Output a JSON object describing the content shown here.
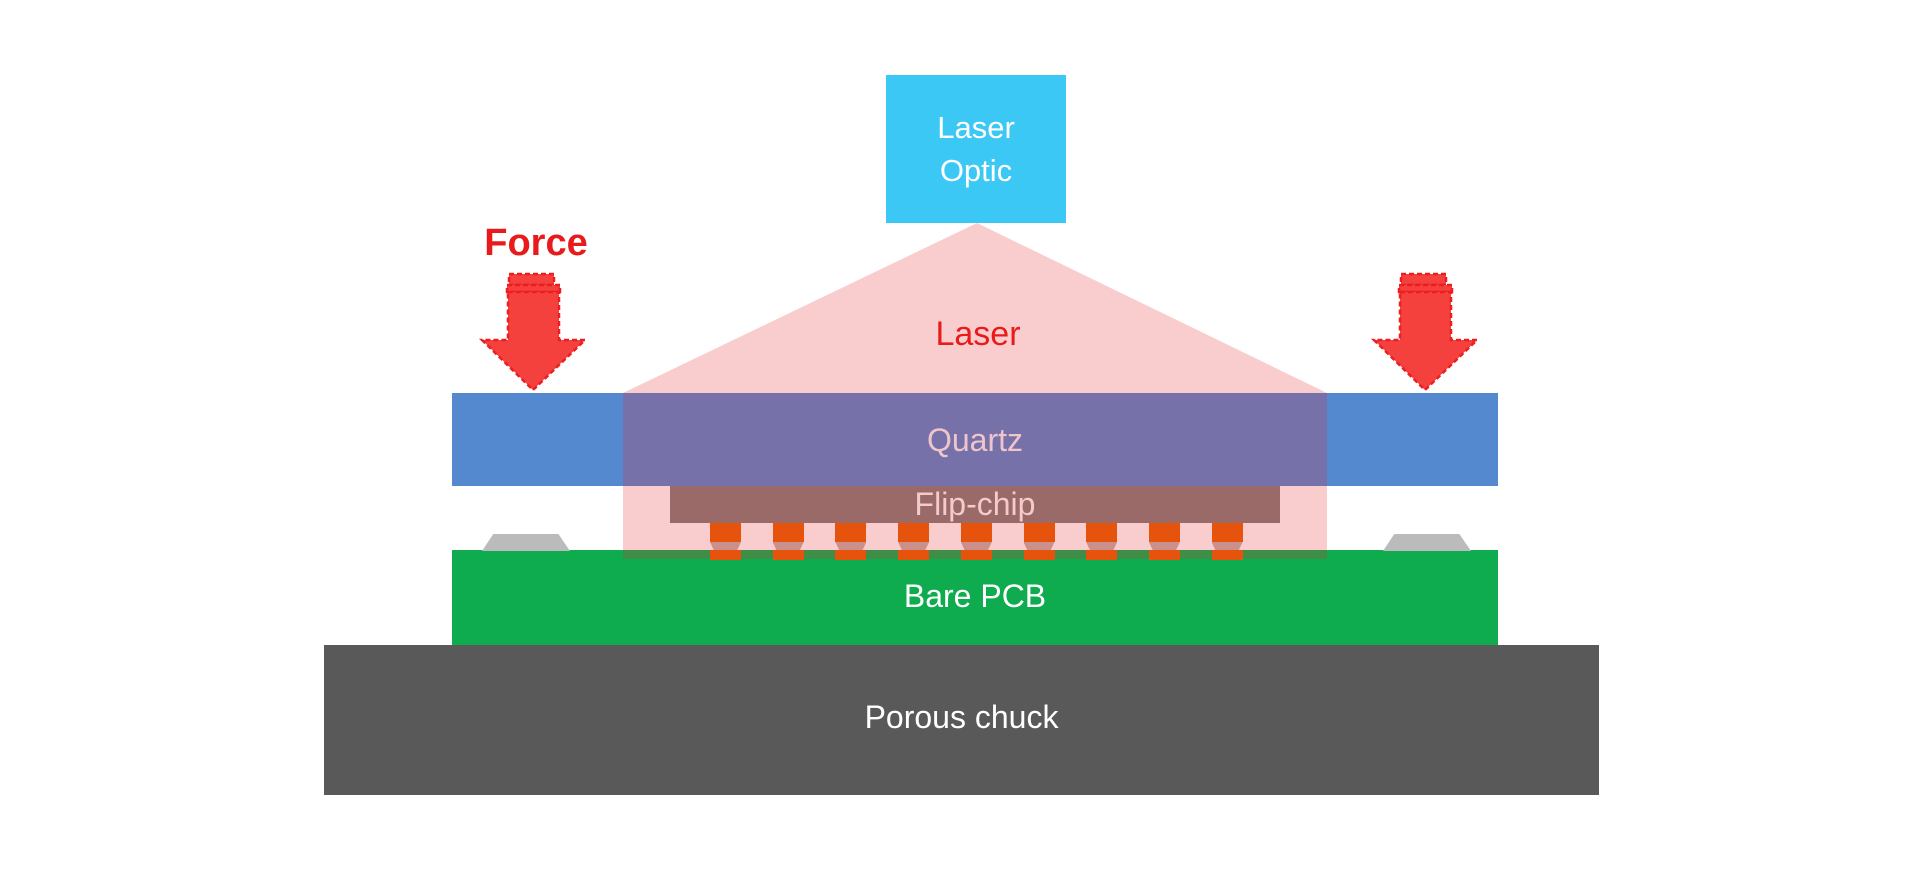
{
  "diagram": {
    "labels": {
      "laser_optic_line1": "Laser",
      "laser_optic_line2": "Optic",
      "laser_beam": "Laser",
      "force": "Force",
      "quartz": "Quartz",
      "flip_chip": "Flip-chip",
      "bare_pcb": "Bare PCB",
      "porous_chuck": "Porous chuck"
    },
    "colors": {
      "laser_optic_box": "#3BC8F4",
      "laser_beam": "#F9CDCD",
      "quartz_bar": "#5589CF",
      "quartz_beam_overlap": "#7671A9",
      "flip_chip": "#9A6A68",
      "solder_bump": "#E5530C",
      "solder_neck": "#CB908B",
      "pcb": "#0FAC4F",
      "pcb_beam_overlap": "#3E8E47",
      "chuck": "#595959",
      "support": "#BBBBBC",
      "red_text": "#E81A1B",
      "arrow_fill": "#F5413E",
      "arrow_stroke": "#EC1E21",
      "quartz_text": "#EFC5CB",
      "chip_text": "#F4CBCB",
      "white_text": "#FFFFFF"
    },
    "bump_count": 9
  }
}
